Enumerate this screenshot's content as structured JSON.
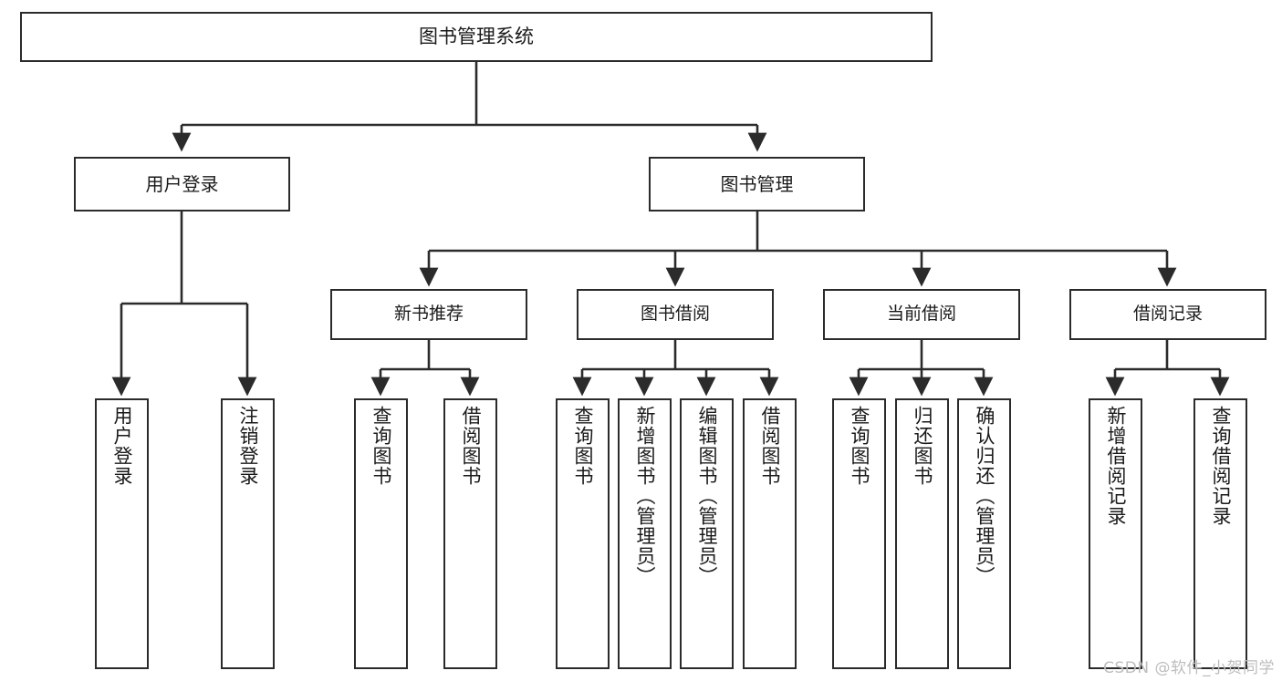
{
  "diagram": {
    "title": "图书管理系统",
    "type": "tree",
    "root": {
      "label": "图书管理系统"
    },
    "level1": [
      {
        "label": "用户登录"
      },
      {
        "label": "图书管理"
      }
    ],
    "level2": [
      {
        "label": "新书推荐"
      },
      {
        "label": "图书借阅"
      },
      {
        "label": "当前借阅"
      },
      {
        "label": "借阅记录"
      }
    ],
    "leaves": {
      "user_login": [
        {
          "label": "用户登录"
        },
        {
          "label": "注销登录"
        }
      ],
      "new_book": [
        {
          "label": "查询图书"
        },
        {
          "label": "借阅图书"
        }
      ],
      "book_borrow": [
        {
          "label": "查询图书"
        },
        {
          "label": "新增图书（管理员）"
        },
        {
          "label": "编辑图书（管理员）"
        },
        {
          "label": "借阅图书"
        }
      ],
      "current_borrow": [
        {
          "label": "查询图书"
        },
        {
          "label": "归还图书"
        },
        {
          "label": "确认归还（管理员）"
        }
      ],
      "borrow_record": [
        {
          "label": "新增借阅记录"
        },
        {
          "label": "查询借阅记录"
        }
      ]
    }
  },
  "watermark": {
    "text": "CSDN @软件_小贺同学"
  },
  "colors": {
    "stroke": "#2b2b2b",
    "fill": "#ffffff",
    "text": "#1a1a1a",
    "watermark": "#bdbdbd"
  }
}
